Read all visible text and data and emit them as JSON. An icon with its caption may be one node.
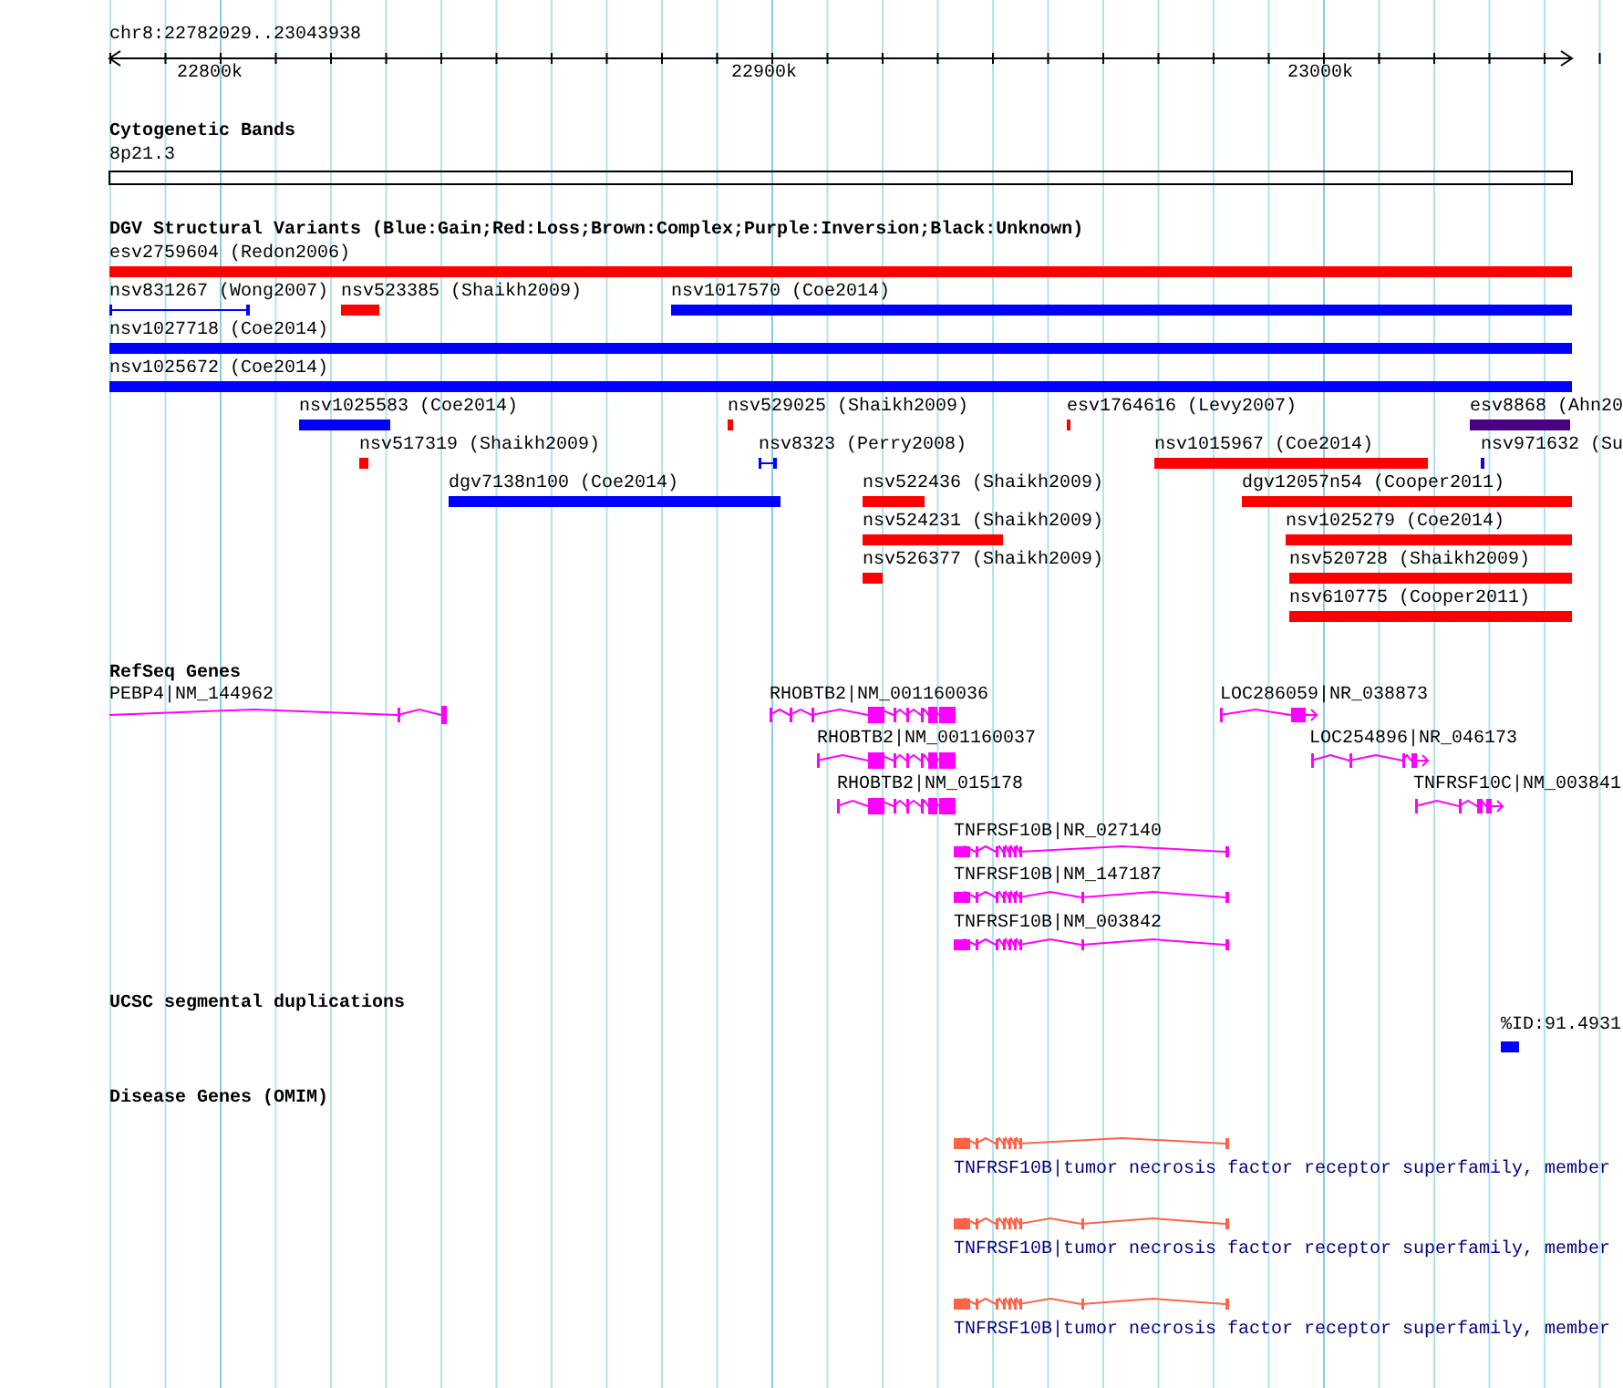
{
  "diagram": {
    "labels": [
      "chr8:22782029..23043938",
      "22800k",
      "22900k",
      "23000k",
      "Cytogenetic Bands",
      "8p21.3",
      "DGV Structural Variants (Blue:Gain;Red:Loss;Brown:Complex;Purple:Inversion;Black:Unknown)",
      "esv2759604 (Redon2006)",
      "nsv831267 (Wong2007)",
      "nsv523385 (Shaikh2009)",
      "nsv1017570 (Coe2014)",
      "nsv1027718 (Coe2014)",
      "nsv1025672 (Coe2014)",
      "nsv1025583 (Coe2014)",
      "nsv529025 (Shaikh2009)",
      "esv1764616 (Levy2007)",
      "esv8868 (Ahn20",
      "nsv517319 (Shaikh2009)",
      "nsv8323 (Perry2008)",
      "nsv1015967 (Coe2014)",
      "nsv971632 (Su",
      "dgv7138n100 (Coe2014)",
      "nsv522436 (Shaikh2009)",
      "dgv12057n54 (Cooper2011)",
      "nsv524231 (Shaikh2009)",
      "nsv1025279 (Coe2014)",
      "nsv526377 (Shaikh2009)",
      "nsv520728 (Shaikh2009)",
      "nsv610775 (Cooper2011)",
      "RefSeq Genes",
      "PEBP4|NM_144962",
      "RHOBTB2|NM_001160036",
      "LOC286059|NR_038873",
      "RHOBTB2|NM_001160037",
      "LOC254896|NR_046173",
      "RHOBTB2|NM_015178",
      "TNFRSF10C|NM_003841",
      "TNFRSF10B|NR_027140",
      "TNFRSF10B|NM_147187",
      "TNFRSF10B|NM_003842",
      "UCSC segmental duplications",
      "%ID:91.4931",
      "Disease Genes (OMIM)",
      "TNFRSF10B|tumor necrosis factor receptor superfamily, member",
      "TNFRSF10B|tumor necrosis factor receptor superfamily, member",
      "TNFRSF10B|tumor necrosis factor receptor superfamily, member"
    ]
  }
}
